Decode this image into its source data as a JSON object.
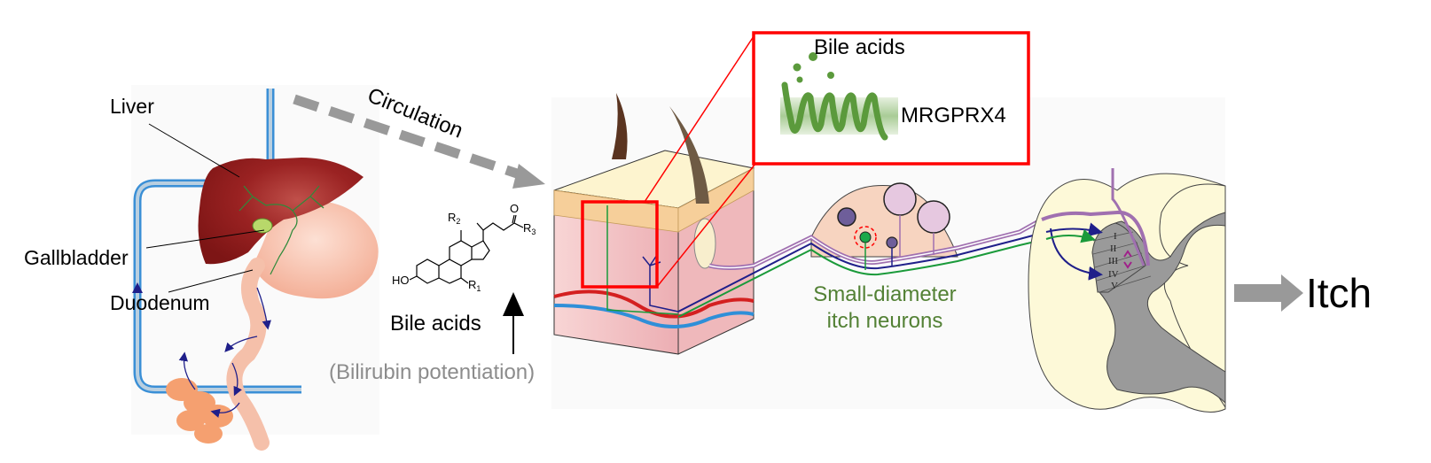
{
  "figure": {
    "title": "Bile acid induced itch pathway via MRGPRX4",
    "panels": [
      "hepatobiliary-circulation",
      "bile-acid-structure",
      "skin",
      "receptor-inset",
      "dorsal-root-ganglion",
      "spinal-cord"
    ]
  },
  "labels": {
    "liver": "Liver",
    "gallbladder": "Gallbladder",
    "duodenum": "Duodenum",
    "circulation": "Circulation",
    "bile_acids": "Bile acids",
    "bilirubin": "(Bilirubin potentiation)",
    "inset_bile_acids": "Bile acids",
    "receptor": "MRGPRX4",
    "neurons_line1": "Small-diameter",
    "neurons_line2": "itch neurons",
    "itch": "Itch"
  },
  "chemistry": {
    "hydroxyl": "HO",
    "r1": "R",
    "r1_sub": "1",
    "r2": "R",
    "r2_sub": "2",
    "r3": "R",
    "r3_sub": "3",
    "carbonyl_o": "O"
  },
  "spinal_laminae": [
    "I",
    "II",
    "III",
    "IV",
    "V"
  ],
  "colors": {
    "liver": "#8b1a1a",
    "vessel_blue": "#3a8fd6",
    "intestine": "#f5b39a",
    "arrow_gray": "#999999",
    "highlight_red": "#ff0000",
    "receptor_green": "#5b9a3c",
    "neuron_text_green": "#538135",
    "itch_fiber_green": "#1a9a3a",
    "fiber_navy": "#1f1f8a",
    "fiber_purple": "#a070b0",
    "skin_pink": "#f2c1c4",
    "spinal_white_matter": "#fdf9d8",
    "spinal_gray_matter": "#9a9a9a"
  }
}
